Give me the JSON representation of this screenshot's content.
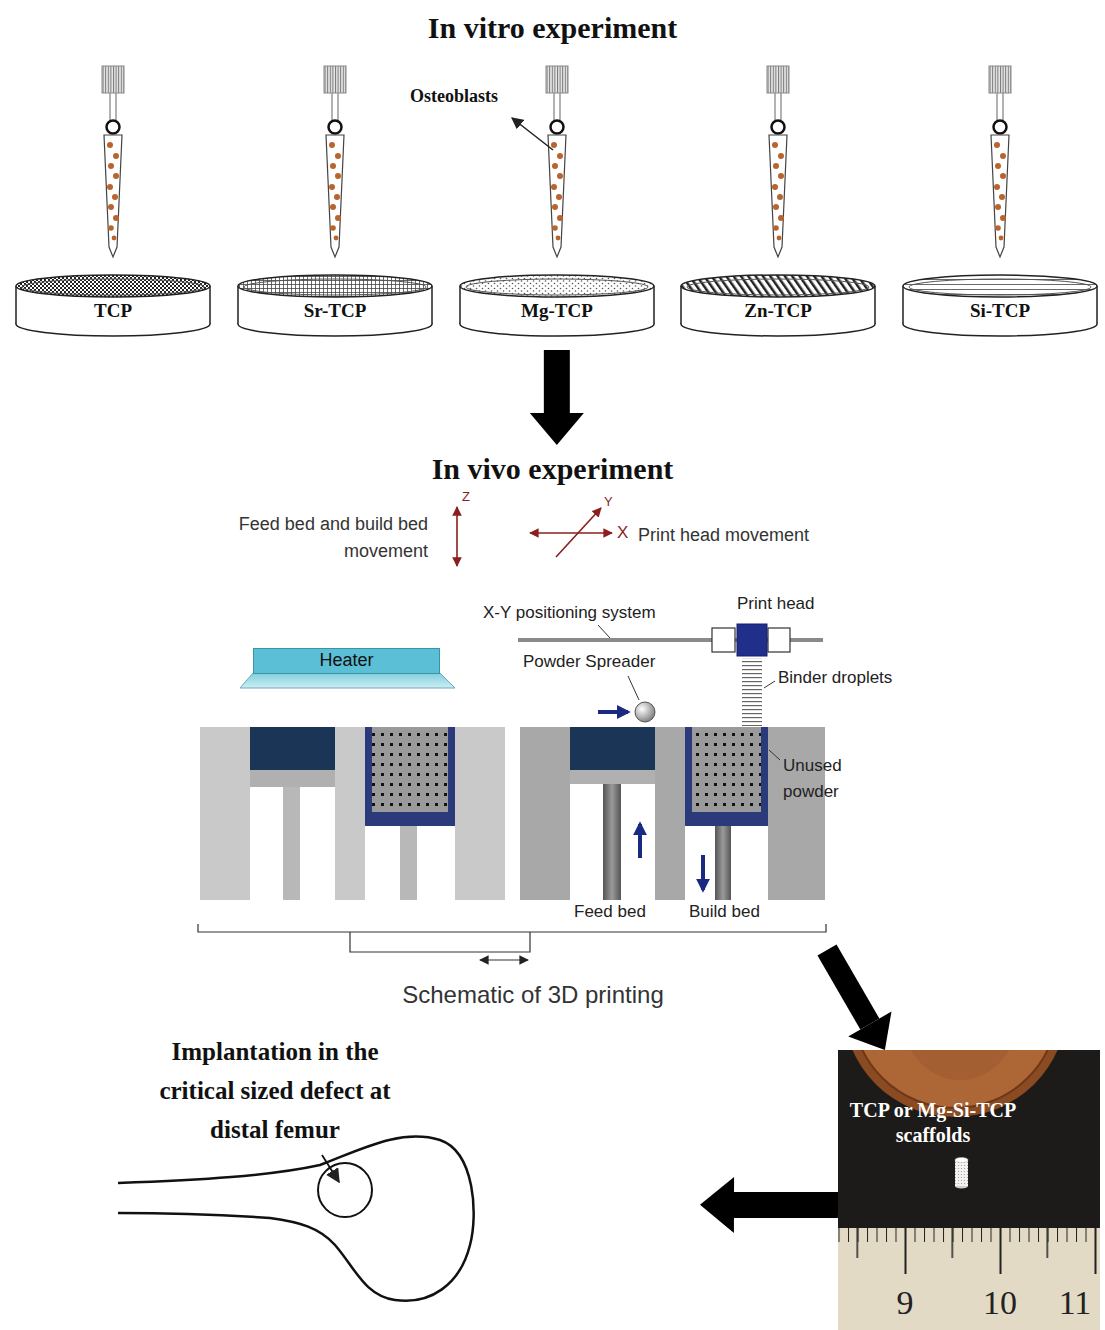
{
  "diagram": {
    "nodes": [
      {
        "text": [
          "In vitro experiment"
        ]
      },
      {
        "text": [
          "TCP"
        ],
        "in": 0
      },
      {
        "text": [
          "Sr-TCP"
        ],
        "in": 0
      },
      {
        "text": [
          "Mg-TCP"
        ],
        "in": 0
      },
      {
        "text": [
          "Zn-TCP"
        ],
        "in": 0
      },
      {
        "text": [
          "Si-TCP"
        ],
        "in": 0
      },
      {
        "text": [
          "In vivo experiment"
        ]
      },
      {
        "text": [
          "Schematic of 3D printing"
        ],
        "in": 6
      },
      {
        "text": [
          "Heater"
        ],
        "in": 7
      },
      {
        "text": [
          "TCP or Mg-Si-TCP scaffolds"
        ],
        "in": 6
      },
      {
        "text": [
          "Implantation in the critical sized defect at distal femur"
        ],
        "in": 6
      }
    ],
    "edges": [
      {
        "from": 0,
        "to": 6,
        "arrow": "to"
      },
      {
        "from": 7,
        "to": 9,
        "arrow": "to"
      },
      {
        "from": 9,
        "to": 10,
        "arrow": "to"
      }
    ],
    "labels": [
      "Osteoblasts",
      "Feed bed and build bed movement",
      "Z",
      "Y",
      "X",
      "Print head movement",
      "X-Y positioning system",
      "Print head",
      "Powder Spreader",
      "Binder droplets",
      "Unused powder",
      "Feed bed",
      "Build bed",
      "9",
      "10",
      "11"
    ]
  }
}
